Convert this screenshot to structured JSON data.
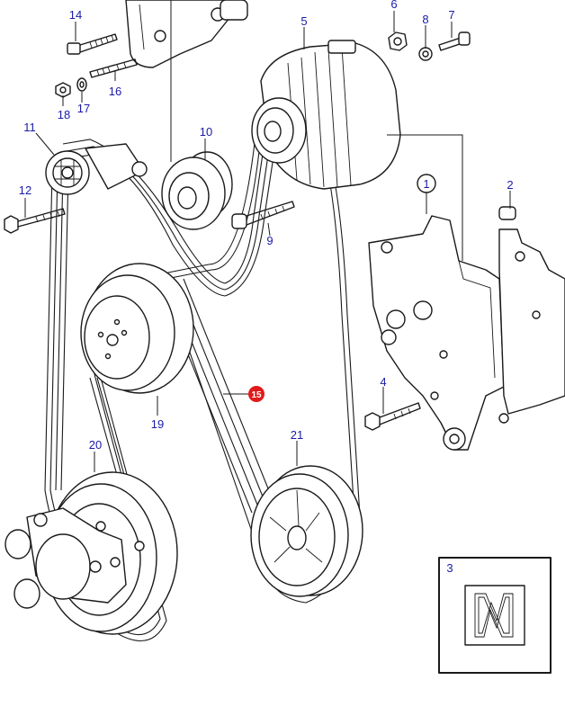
{
  "callouts": {
    "c1": "1",
    "c2": "2",
    "c3": "3",
    "c4": "4",
    "c5": "5",
    "c6": "6",
    "c7": "7",
    "c8": "8",
    "c9": "9",
    "c10": "10",
    "c11": "11",
    "c12": "12",
    "c14": "14",
    "c15": "15",
    "c16": "16",
    "c17": "17",
    "c18": "18",
    "c19": "19",
    "c20": "20",
    "c21": "21"
  },
  "colors": {
    "label": "#1a1aa8",
    "line": "#1a1a1a",
    "highlight": "#e01b1b"
  }
}
